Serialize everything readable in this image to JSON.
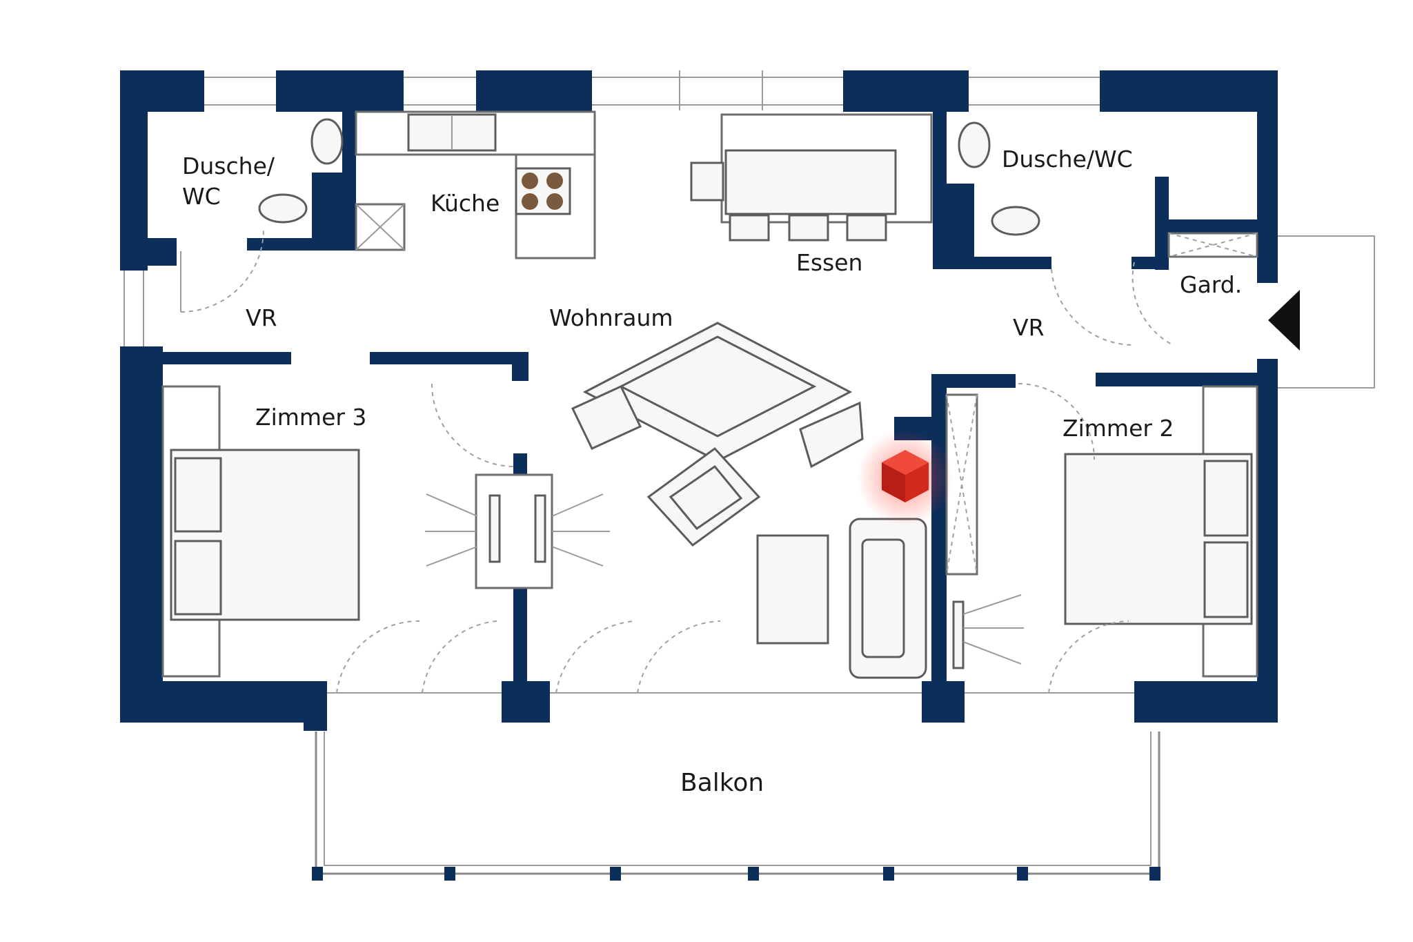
{
  "plan": {
    "colors": {
      "wall": "#0c2e5b",
      "marker": "#d42a1e",
      "background": "#ffffff"
    },
    "rooms": {
      "dusche_wc_left_line1": "Dusche/",
      "dusche_wc_left_line2": "WC",
      "kueche": "Küche",
      "essen": "Essen",
      "dusche_wc_right": "Dusche/WC",
      "gard": "Gard.",
      "vr_left": "VR",
      "wohnraum": "Wohnraum",
      "vr_right": "VR",
      "zimmer3": "Zimmer 3",
      "zimmer2": "Zimmer 2",
      "balkon": "Balkon"
    },
    "icons": {
      "entrance": "entrance-arrow-icon",
      "marker": "location-cube-icon"
    }
  }
}
